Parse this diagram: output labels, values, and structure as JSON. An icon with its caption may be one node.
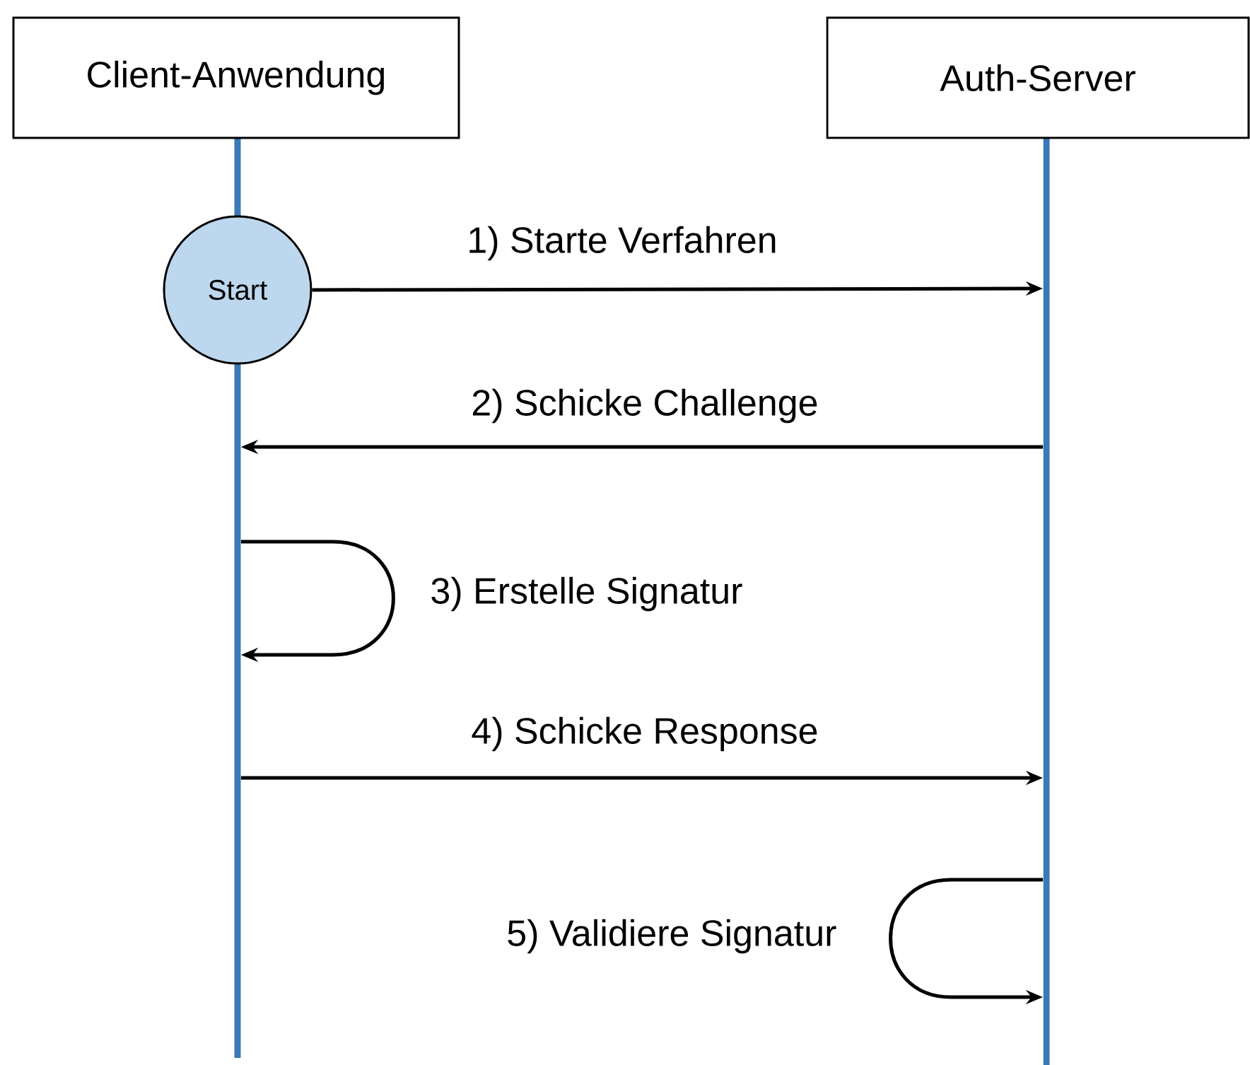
{
  "diagram": {
    "nodes": [
      {
        "text": [
          "Client-Anwendung"
        ]
      },
      {
        "text": [
          "Auth-Server"
        ]
      },
      {
        "text": [],
        "shape": "bar"
      },
      {
        "text": [],
        "shape": "bar"
      },
      {
        "text": [],
        "shape": "bar"
      },
      {
        "text": [
          "Start"
        ]
      }
    ],
    "edges": [
      {
        "from": 5,
        "to": 4,
        "arrow": "to",
        "label": "1) Starte Verfahren"
      },
      {
        "from": 4,
        "to": 3,
        "arrow": "to",
        "label": "2) Schicke Challenge"
      },
      {
        "from": 3,
        "to": 3,
        "arrow": "to",
        "label": "3) Erstelle Signatur"
      },
      {
        "from": 3,
        "to": 4,
        "arrow": "to",
        "label": "4) Schicke Response"
      },
      {
        "from": 4,
        "to": 4,
        "arrow": "to",
        "label": "5) Validiere Signatur"
      }
    ]
  }
}
